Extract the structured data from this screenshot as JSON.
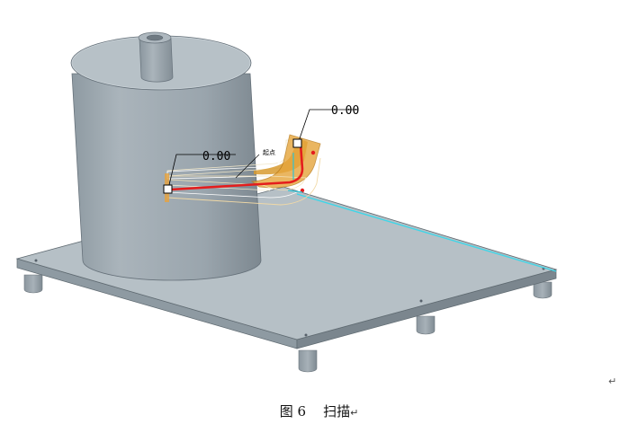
{
  "figure": {
    "dimension_left": "0.00",
    "dimension_right": "0.00",
    "point_label": "起点",
    "caption_number": "图 6",
    "caption_text": "扫描",
    "return_mark": "↵"
  }
}
